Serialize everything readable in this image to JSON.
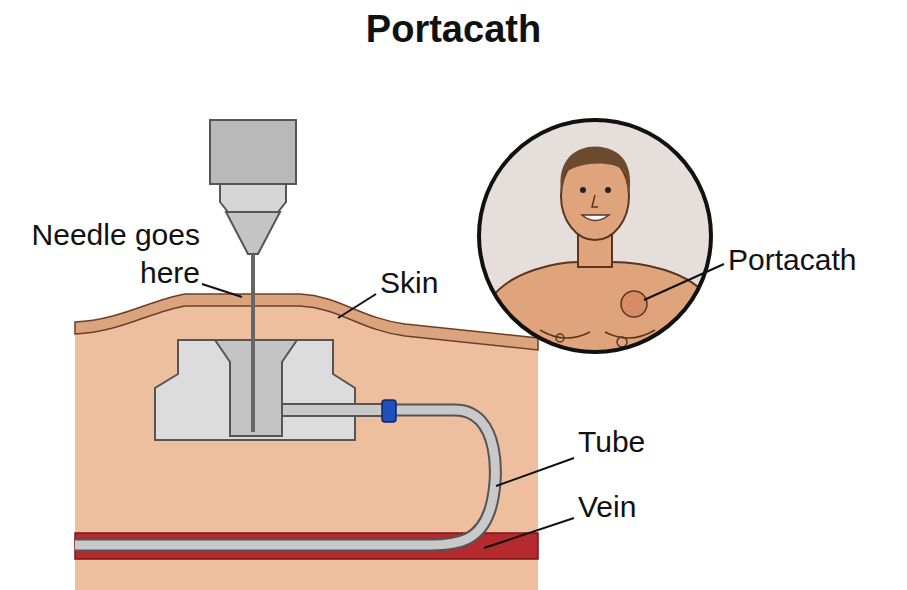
{
  "diagram": {
    "title": "Portacath",
    "labels": [
      "Needle goes here",
      "Skin",
      "Portacath",
      "Tube",
      "Vein"
    ]
  }
}
